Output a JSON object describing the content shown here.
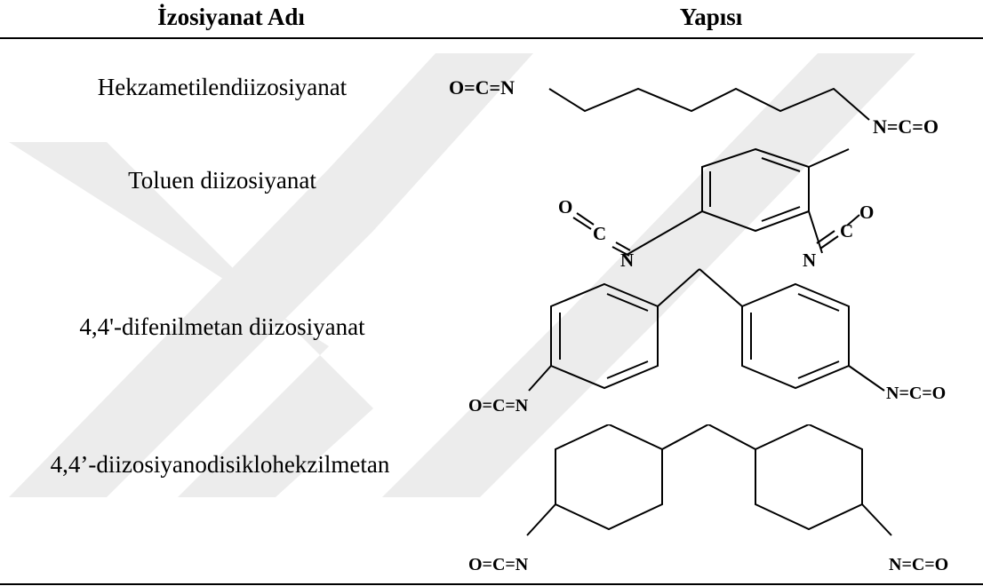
{
  "table": {
    "headers": {
      "name": "İzosiyanat Adı",
      "structure": "Yapısı"
    },
    "rows": [
      {
        "name": "Hekzametilendiizosiyanat",
        "left_group": "O=C=N",
        "right_group": "N=C=O"
      },
      {
        "name": "Toluen diizosiyanat",
        "o_left": "O",
        "c_left": "C",
        "n_left": "N",
        "o_right": "O",
        "c_right": "C",
        "n_right": "N"
      },
      {
        "name": "4,4'-difenilmetan diizosiyanat",
        "left_group": "O=C=N",
        "right_group": "N=C=O"
      },
      {
        "name": "4,4’-diizosiyanodisiklohekzilmetan",
        "left_group": "O=C=N",
        "right_group": "N=C=O"
      }
    ]
  },
  "colors": {
    "ink": "#000000",
    "watermark": "#e6e6e6"
  }
}
